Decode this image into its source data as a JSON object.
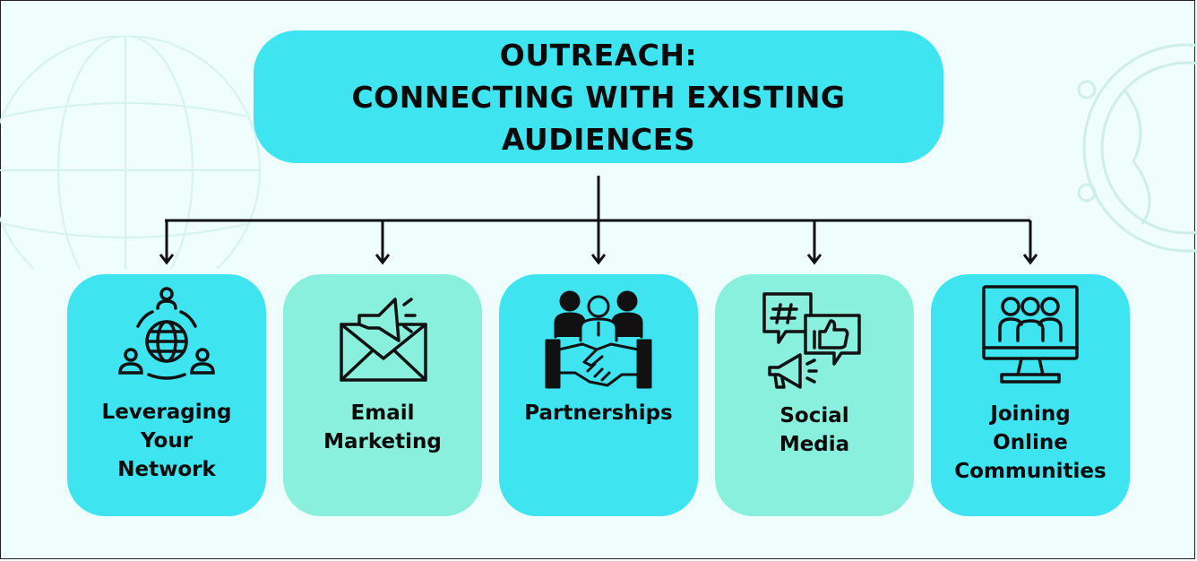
{
  "title": {
    "lines": [
      "OUTREACH:",
      "CONNECTING WITH EXISTING",
      "AUDIENCES"
    ]
  },
  "colors": {
    "background": "#f0fdfd",
    "title_fill": "#3fe4f1",
    "cyan_card": "#3fe4f1",
    "mint_card": "#8af0de",
    "line": "#111111"
  },
  "cards": [
    {
      "icon": "network-globe-icon",
      "color": "cyan",
      "lines": [
        "Leveraging",
        "Your",
        "Network"
      ]
    },
    {
      "icon": "email-megaphone-icon",
      "color": "mint",
      "lines": [
        "Email",
        "Marketing"
      ]
    },
    {
      "icon": "handshake-team-icon",
      "color": "cyan",
      "lines": [
        "Partnerships"
      ]
    },
    {
      "icon": "social-media-icon",
      "color": "mint",
      "lines": [
        "Social",
        "Media"
      ]
    },
    {
      "icon": "online-community-monitor-icon",
      "color": "cyan",
      "lines": [
        "Joining",
        "Online",
        "Communities"
      ]
    }
  ]
}
